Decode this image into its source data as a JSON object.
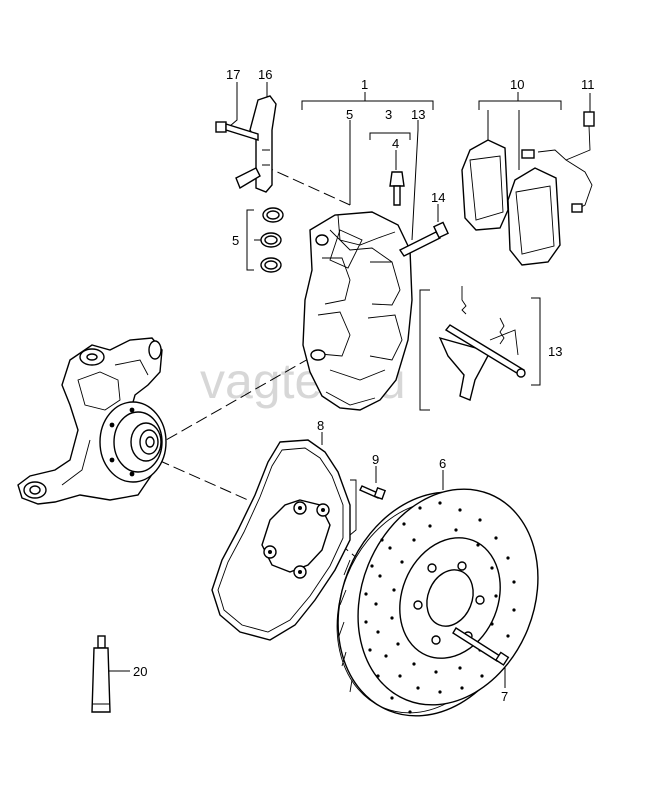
{
  "watermark": "vagtex.ru",
  "callouts": {
    "c1": "1",
    "c3": "3",
    "c4": "4",
    "c5a": "5",
    "c5b": "5",
    "c6": "6",
    "c7": "7",
    "c8": "8",
    "c9": "9",
    "c10": "10",
    "c11": "11",
    "c13a": "13",
    "c13b": "13",
    "c14": "14",
    "c16": "16",
    "c17": "17",
    "c20": "20"
  }
}
